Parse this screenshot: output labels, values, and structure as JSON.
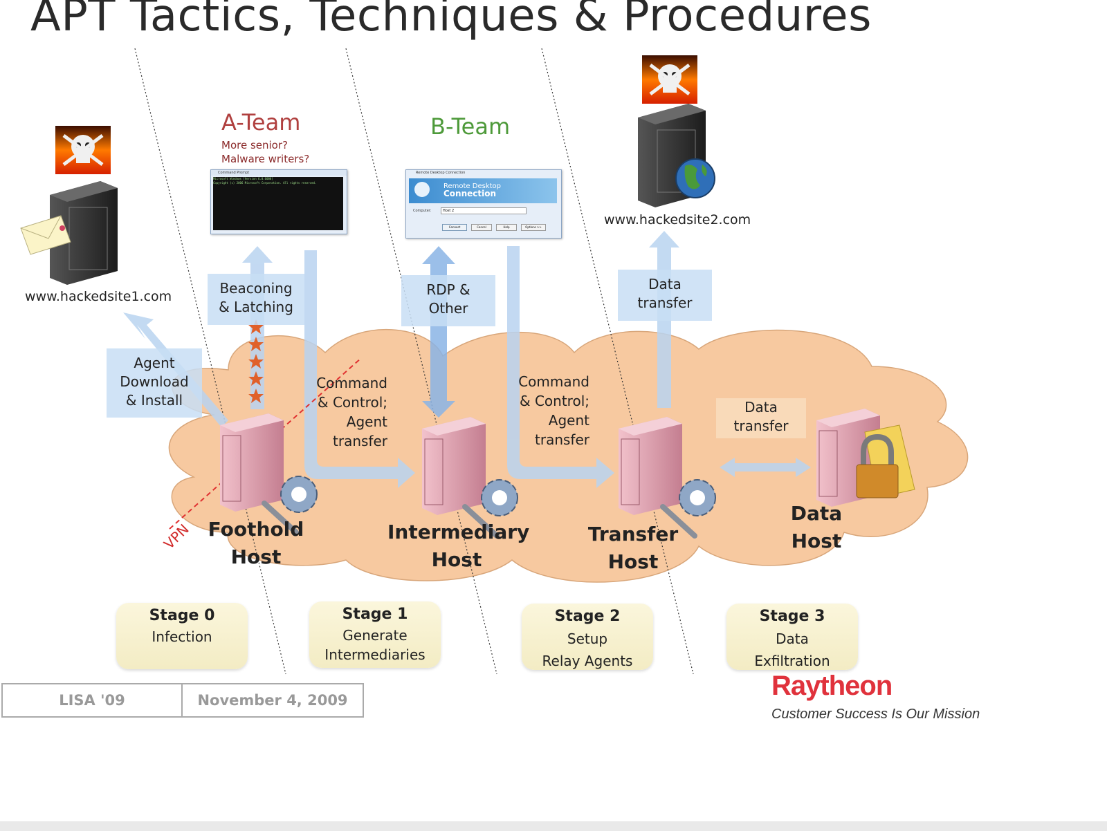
{
  "title": "APT Tactics, Techniques & Procedures",
  "sites": {
    "site1": "www.hackedsite1.com",
    "site2": "www.hackedsite2.com"
  },
  "teams": {
    "a_team": {
      "name": "A-Team",
      "note_line1": "More senior?",
      "note_line2": "Malware writers?",
      "color": "#b0403f"
    },
    "b_team": {
      "name": "B-Team",
      "color": "#4e9a3a"
    }
  },
  "labels": {
    "agent_download": [
      "Agent",
      "Download",
      "& Install"
    ],
    "beaconing": [
      "Beaconing",
      "& Latching"
    ],
    "rdp": [
      "RDP &",
      "Other"
    ],
    "data_transfer_up": [
      "Data",
      "transfer"
    ],
    "cc1": [
      "Command",
      "& Control;",
      "Agent",
      "transfer"
    ],
    "cc2": [
      "Command",
      "& Control;",
      "Agent",
      "transfer"
    ],
    "data_transfer_mid": [
      "Data",
      "transfer"
    ],
    "vpn": "VPN"
  },
  "hosts": {
    "foothold": [
      "Foothold",
      "Host"
    ],
    "intermediary": [
      "Intermediary",
      "Host"
    ],
    "transfer": [
      "Transfer",
      "Host"
    ],
    "data": [
      "Data",
      "Host"
    ]
  },
  "stages": [
    {
      "heading": "Stage 0",
      "lines": [
        "Infection"
      ]
    },
    {
      "heading": "Stage 1",
      "lines": [
        "Generate",
        "Intermediaries"
      ]
    },
    {
      "heading": "Stage 2",
      "lines": [
        "Setup",
        "Relay Agents"
      ]
    },
    {
      "heading": "Stage 3",
      "lines": [
        "Data",
        "Exfiltration"
      ]
    }
  ],
  "windows": {
    "cmd": {
      "title": "Command Prompt",
      "line1": "Microsoft Windows [Version 6.0.6000]",
      "line2": "Copyright (c) 2006 Microsoft Corporation.  All rights reserved."
    },
    "rdp": {
      "title": "Remote Desktop Connection",
      "banner1": "Remote Desktop",
      "banner2": "Connection",
      "computer_label": "Computer:",
      "computer_value": "Host 2",
      "btn1": "Connect",
      "btn2": "Cancel",
      "btn3": "Help",
      "btn4": "Options >>"
    }
  },
  "footer": {
    "event": "LISA '09",
    "date": "November 4, 2009",
    "brand": "Raytheon",
    "tagline": "Customer Success Is Our Mission"
  },
  "colors": {
    "cloud": "#f7c9a0",
    "arrow": "#b9d3f0",
    "server_dark": "#3b3b3b",
    "server_pink": "#e6a6b4",
    "vpn_line": "#e03030",
    "stars": "#e0602a"
  }
}
